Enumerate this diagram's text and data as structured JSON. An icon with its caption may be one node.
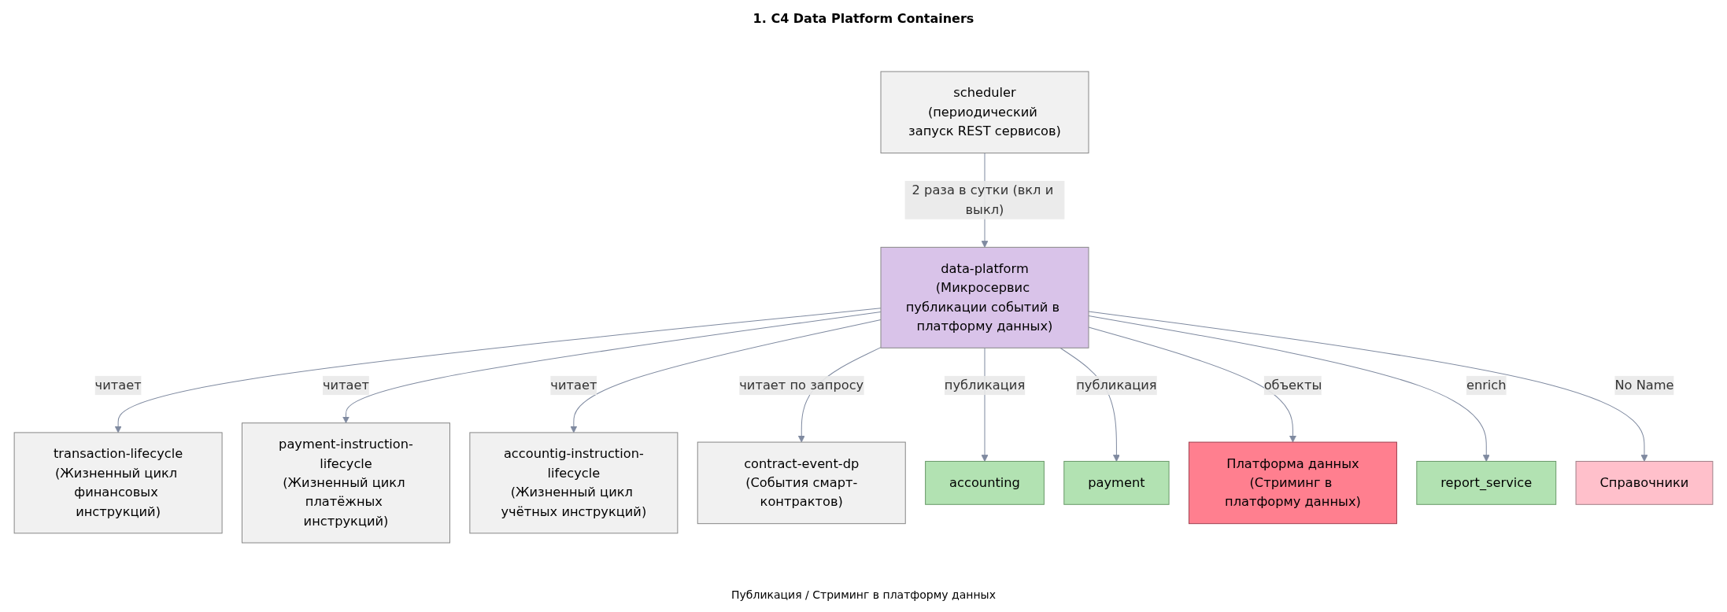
{
  "diagram": {
    "title": "1. C4 Data Platform Containers",
    "caption": "Публикация / Стриминг в платформу данных",
    "nodes": [
      {
        "text": [
          "scheduler",
          "(периодический запуск REST сервисов)"
        ]
      },
      {
        "text": [
          "data-platform",
          "(Микросервис публикации событий в платформу данных)"
        ]
      },
      {
        "text": [
          "transaction-lifecycle",
          "(Жизненный цикл финансовых инструкций)"
        ]
      },
      {
        "text": [
          "payment-instruction-lifecycle",
          "(Жизненный цикл платёжных инструкций)"
        ]
      },
      {
        "text": [
          "accountig-instruction-lifecycle",
          "(Жизненный цикл учётных инструкций)"
        ]
      },
      {
        "text": [
          "contract-event-dp",
          "(События смарт-контрактов)"
        ]
      },
      {
        "text": [
          "accounting"
        ]
      },
      {
        "text": [
          "payment"
        ]
      },
      {
        "text": [
          "Платформа данных",
          "(Стриминг в платформу данных)"
        ]
      },
      {
        "text": [
          "report_service"
        ]
      },
      {
        "text": [
          "Справочники"
        ]
      }
    ],
    "edges": [
      {
        "from": 0,
        "to": 1,
        "arrow": "to",
        "label": "2 раза в сутки (вкл и выкл)"
      },
      {
        "from": 1,
        "to": 2,
        "arrow": "to",
        "label": "читает"
      },
      {
        "from": 1,
        "to": 3,
        "arrow": "to",
        "label": "читает"
      },
      {
        "from": 1,
        "to": 4,
        "arrow": "to",
        "label": "читает"
      },
      {
        "from": 1,
        "to": 5,
        "arrow": "to",
        "label": "читает по запросу"
      },
      {
        "from": 1,
        "to": 6,
        "arrow": "to",
        "label": "публикация"
      },
      {
        "from": 1,
        "to": 7,
        "arrow": "to",
        "label": "публикация"
      },
      {
        "from": 1,
        "to": 8,
        "arrow": "to",
        "label": "объекты"
      },
      {
        "from": 1,
        "to": 9,
        "arrow": "to",
        "label": "enrich"
      },
      {
        "from": 1,
        "to": 10,
        "arrow": "to",
        "label": "No Name"
      }
    ]
  }
}
